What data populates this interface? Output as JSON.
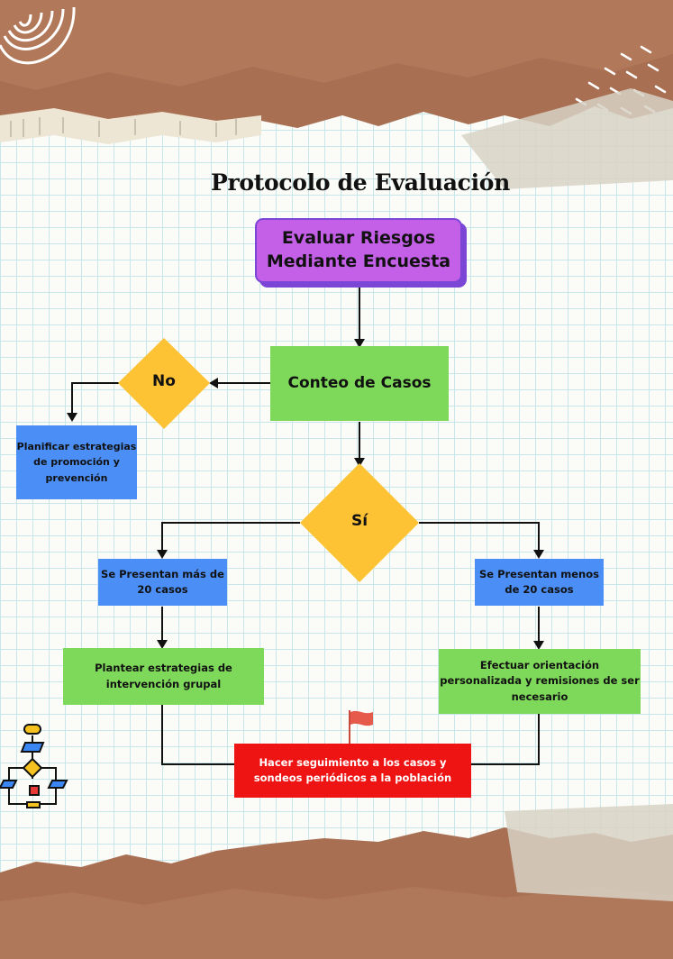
{
  "title": "Protocolo de Evaluación",
  "nodes": {
    "start": "Evaluar Riesgos Mediante Encuesta",
    "conteo": "Conteo de Casos",
    "no": "No",
    "planificar": "Planificar estrategias de promoción y prevención",
    "si": "Sí",
    "mas": "Se Presentan más de 20 casos",
    "menos": "Se Presentan menos de 20 casos",
    "plantear": "Plantear estrategias de intervención grupal",
    "efectuar": "Efectuar orientación personalizada y remisiones de ser necesario",
    "hacer": "Hacer seguimiento a los casos y sondeos periódicos a la población"
  },
  "colors": {
    "start": "#c45fe8",
    "process": "#7ed95a",
    "decision": "#fdc334",
    "info": "#4b8ef5",
    "final": "#ef1414",
    "paper_brown": "#a86f52"
  },
  "icons": [
    "flowchart-icon",
    "flag-icon"
  ]
}
